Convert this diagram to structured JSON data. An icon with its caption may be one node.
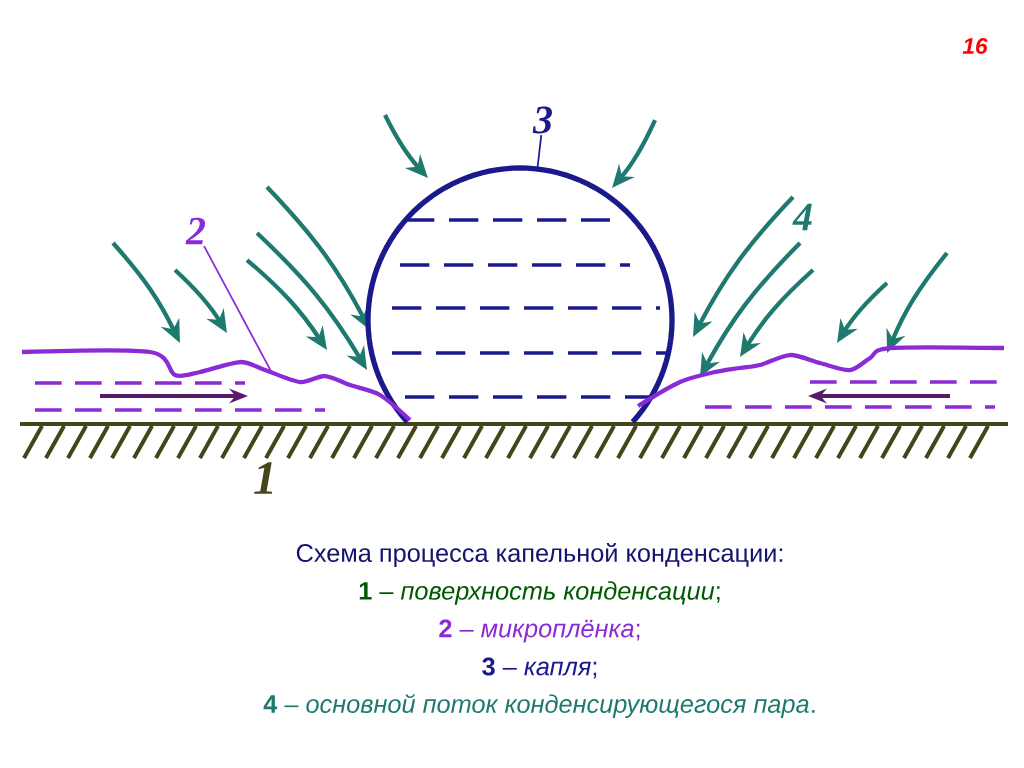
{
  "diagram": {
    "nodes": [
      {
        "text": [
          "3"
        ]
      },
      {
        "text": [],
        "shape": "circle"
      },
      {
        "text": [
          "2"
        ]
      },
      {
        "text": [],
        "shape": "band"
      }
    ],
    "edges": [
      {
        "from": 0,
        "to": 1,
        "arrow": "none",
        "color": "#1a1a8c"
      },
      {
        "from": 2,
        "to": 3,
        "arrow": "none",
        "color": "#8a2bd6"
      }
    ],
    "labels": [
      "16",
      "1",
      "4",
      "Схема процесса капельной конденсации:",
      "**1** – *поверхность конденсации*;",
      "**2** – *микроплёнка*;",
      "**3** – *капля*;",
      "**4** – *основной поток конденсирующегося пара*."
    ]
  }
}
